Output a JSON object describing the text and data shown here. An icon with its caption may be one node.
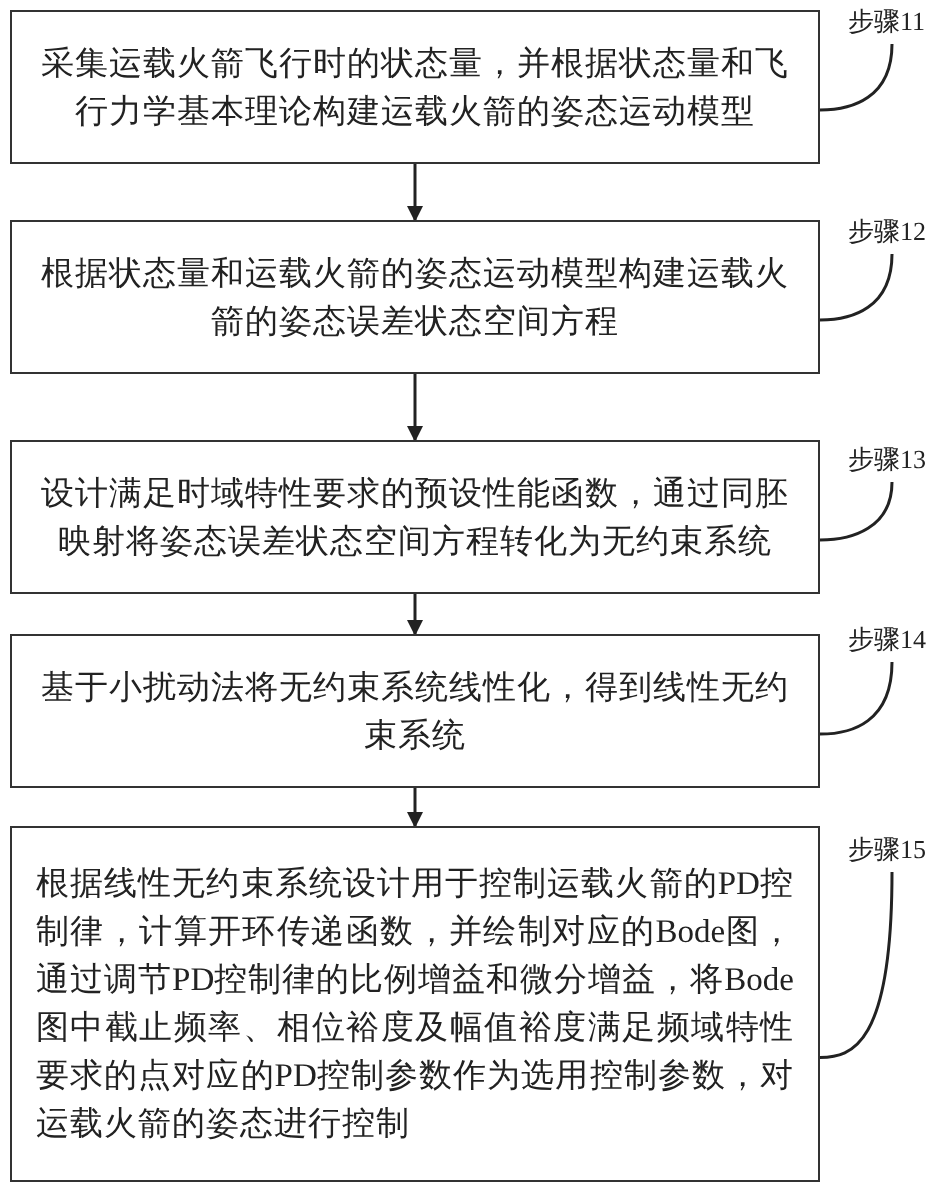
{
  "diagram": {
    "nodes": [
      {
        "text": [
          "采集运载火箭飞行时的状态量，并根据状态量和飞行力学基本理论构建运载火箭的姿态运动模型"
        ]
      },
      {
        "text": [
          "根据状态量和运载火箭的姿态运动模型构建运载火箭的姿态误差状态空间方程"
        ]
      },
      {
        "text": [
          "设计满足时域特性要求的预设性能函数，通过同胚映射将姿态误差状态空间方程转化为无约束系统"
        ]
      },
      {
        "text": [
          "基于小扰动法将无约束系统线性化，得到线性无约束系统"
        ]
      },
      {
        "text": [
          "根据线性无约束系统设计用于控制运载火箭的PD控制律，计算开环传递函数，并绘制对应的Bode图，通过调节PD控制律的比例增益和微分增益，将Bode图中截止频率、相位裕度及幅值裕度满足频域特性要求的点对应的PD控制参数作为选用控制参数，对运载火箭的姿态进行控制"
        ]
      },
      {
        "text": [
          "步骤11"
        ]
      },
      {
        "text": [
          "步骤12"
        ]
      },
      {
        "text": [
          "步骤13"
        ]
      },
      {
        "text": [
          "步骤14"
        ]
      },
      {
        "text": [
          "步骤15"
        ]
      }
    ],
    "edges": [
      {
        "from": 0,
        "to": 1,
        "arrow": "to"
      },
      {
        "from": 1,
        "to": 2,
        "arrow": "to"
      },
      {
        "from": 2,
        "to": 3,
        "arrow": "to"
      },
      {
        "from": 3,
        "to": 4,
        "arrow": "to"
      },
      {
        "from": 5,
        "to": 0,
        "arrow": "none"
      },
      {
        "from": 6,
        "to": 1,
        "arrow": "none"
      },
      {
        "from": 7,
        "to": 2,
        "arrow": "none"
      },
      {
        "from": 8,
        "to": 3,
        "arrow": "none"
      },
      {
        "from": 9,
        "to": 4,
        "arrow": "none"
      }
    ]
  }
}
